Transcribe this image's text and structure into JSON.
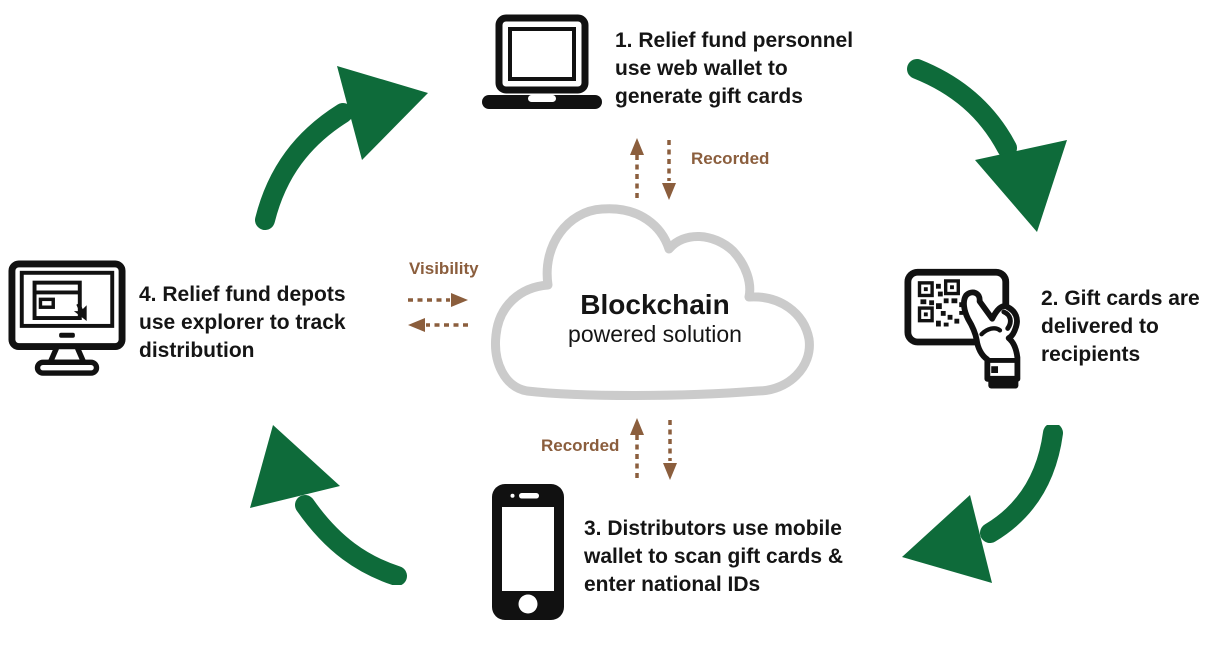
{
  "center": {
    "icon": "cloud-icon",
    "title": "Blockchain",
    "subtitle": "powered solution"
  },
  "steps": [
    {
      "icon": "laptop-icon",
      "text": "1. Relief fund personnel use web wallet to generate gift cards",
      "lines": [
        "1. Relief fund personnel",
        "use web wallet to",
        "generate gift cards"
      ]
    },
    {
      "icon": "gift-card-qr-hand-icon",
      "text": "2. Gift cards are delivered to recipients",
      "lines": [
        "2. Gift cards are",
        "delivered to",
        "recipients"
      ]
    },
    {
      "icon": "smartphone-icon",
      "text": "3. Distributors use mobile wallet to scan gift cards & enter national IDs",
      "lines": [
        "3. Distributors use mobile",
        "wallet to scan gift cards &",
        "enter national IDs"
      ]
    },
    {
      "icon": "desktop-monitor-cursor-icon",
      "text": "4. Relief fund depots use explorer to track distribution",
      "lines": [
        "4. Relief fund depots",
        "use explorer to track",
        "distribution"
      ]
    }
  ],
  "flow_labels": {
    "top": "Recorded",
    "bottom": "Recorded",
    "left": "Visibility"
  },
  "colors": {
    "arrow_green": "#0E6B3A",
    "accent_brown": "#8B5E3D",
    "cloud_gray": "#CBCBCB",
    "ink": "#151515"
  }
}
